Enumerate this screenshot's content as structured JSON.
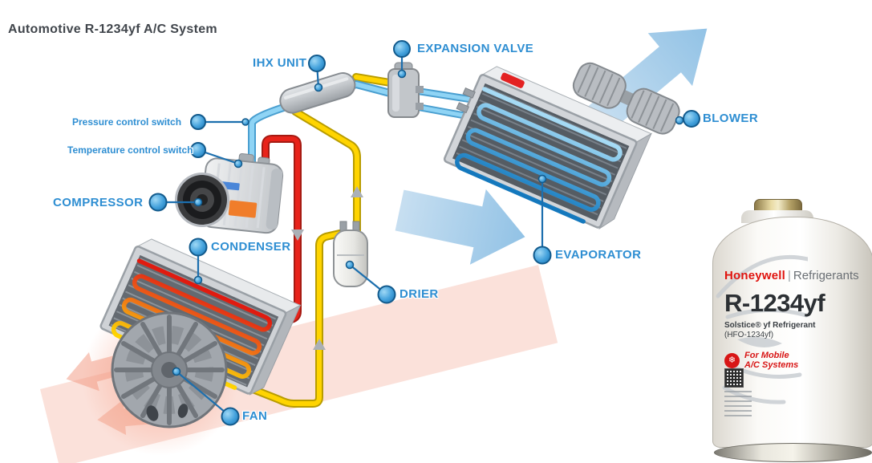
{
  "title": "Automotive R-1234yf A/C System",
  "diagram": {
    "labels": {
      "ihx": "IHX UNIT",
      "expansion_valve": "EXPANSION VALVE",
      "blower": "BLOWER",
      "pressure_switch": "Pressure control switch",
      "temperature_switch": "Temperature control switch",
      "compressor": "COMPRESSOR",
      "condenser": "CONDENSER",
      "drier": "DRIER",
      "evaporator": "EVAPORATOR",
      "fan": "FAN"
    },
    "colors": {
      "label_blue": "#2e8ed2",
      "high_pressure_gas_pipe": "#e8231a",
      "high_pressure_liquid_pipe": "#ffd400",
      "low_pressure_gas_pipe": "#8fd4f5",
      "condenser_coil_hot": "#e01a10",
      "condenser_coil_cool": "#ffd400",
      "evaporator_coil": "#1478bd",
      "airflow_arrow": "#a8cfe9",
      "hot_air_glow": "#f2a694"
    }
  },
  "can": {
    "brand": "Honeywell",
    "brand_divider": "|",
    "brand_family": "Refrigerants",
    "product_name": "R-1234yf",
    "product_line1": "Solstice® yf Refrigerant",
    "product_line2": "(HFO-1234yf)",
    "badge_line1": "For Mobile",
    "badge_line2": "A/C Systems",
    "snowflake_icon": "❄",
    "brand_red": "#e0140f"
  }
}
